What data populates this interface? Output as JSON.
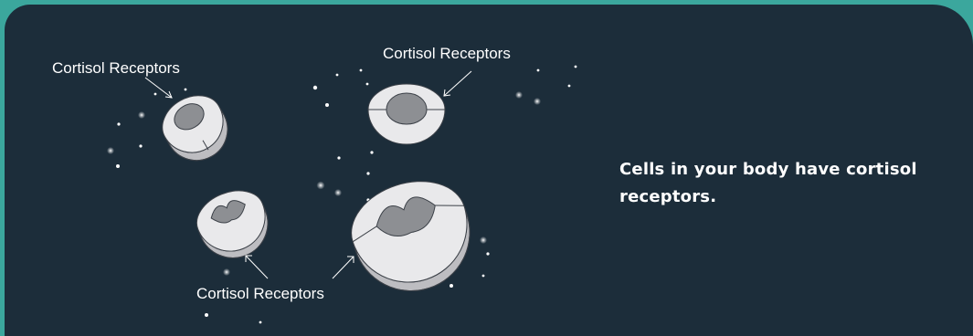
{
  "colors": {
    "frame": "#3ba79d",
    "background": "#1c2d3a",
    "text": "#ffffff",
    "cell_outer": "#e9e9eb",
    "cell_shadow": "#bdbdc1",
    "nucleus": "#8d8f93",
    "outline": "#3c4148"
  },
  "labels": {
    "receptor_top_left": "Cortisol Receptors",
    "receptor_top_center": "Cortisol Receptors",
    "receptor_bottom": "Cortisol Receptors"
  },
  "headline": "Cells in your body have cortisol receptors.",
  "cells": [
    {
      "name": "cell-top-left"
    },
    {
      "name": "cell-top-center"
    },
    {
      "name": "cell-bottom-left"
    },
    {
      "name": "cell-large"
    }
  ]
}
